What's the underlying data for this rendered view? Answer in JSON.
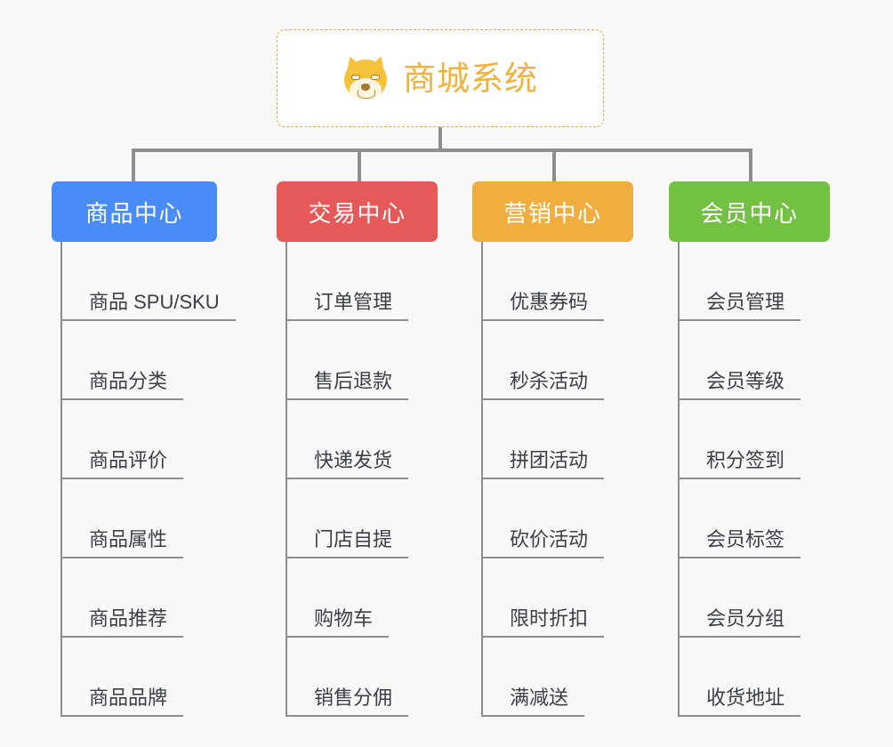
{
  "page": {
    "background_color": "#f8f8f8",
    "line_color": "#8e8e8e"
  },
  "root": {
    "title": "商城系统",
    "icon": "dog-face-icon",
    "text_color": "#efb13f",
    "border_color": "#e9a83c",
    "background_color": "#ffffff"
  },
  "branches": [
    {
      "label": "商品中心",
      "color": "#4a8cf7",
      "items": [
        "商品 SPU/SKU",
        "商品分类",
        "商品评价",
        "商品属性",
        "商品推荐",
        "商品品牌"
      ]
    },
    {
      "label": "交易中心",
      "color": "#e55a58",
      "items": [
        "订单管理",
        "售后退款",
        "快递发货",
        "门店自提",
        "购物车",
        "销售分佣"
      ]
    },
    {
      "label": "营销中心",
      "color": "#efae3e",
      "items": [
        "优惠券码",
        "秒杀活动",
        "拼团活动",
        "砍价活动",
        "限时折扣",
        "满减送"
      ]
    },
    {
      "label": "会员中心",
      "color": "#72c143",
      "items": [
        "会员管理",
        "会员等级",
        "积分签到",
        "会员标签",
        "会员分组",
        "收货地址"
      ]
    }
  ]
}
